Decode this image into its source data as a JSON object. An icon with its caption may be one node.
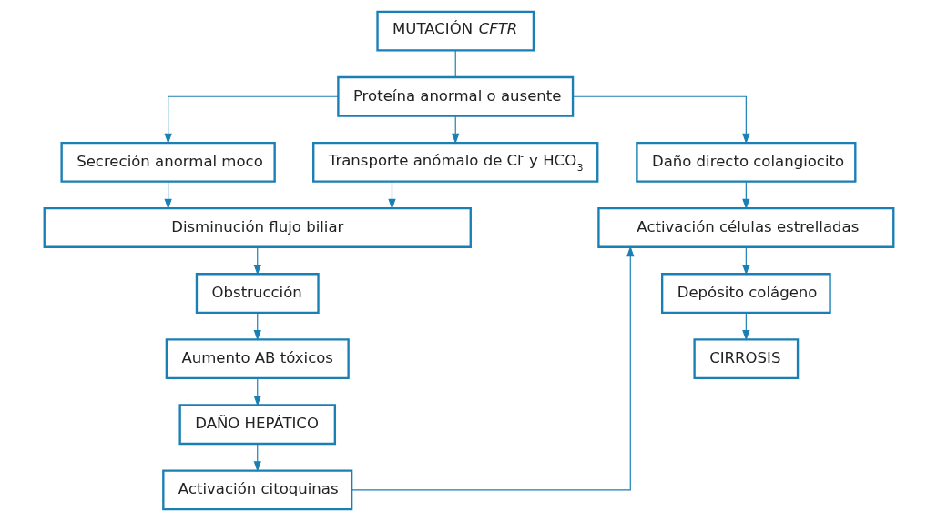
{
  "diagram": {
    "nodes": [
      {
        "text": [
          "MUTACIÓN *CFTR*"
        ]
      },
      {
        "text": [
          "Proteína anormal o ausente"
        ]
      },
      {
        "text": [
          "Secreción anormal moco"
        ]
      },
      {
        "text": [
          "Transporte anómalo de Cl$^{-}$ y HCO$_{3}$"
        ]
      },
      {
        "text": [
          "Daño directo colangiocito"
        ]
      },
      {
        "text": [
          "Disminución flujo biliar"
        ]
      },
      {
        "text": [
          "Activación células estrelladas"
        ]
      },
      {
        "text": [
          "Obstrucción"
        ]
      },
      {
        "text": [
          "Aumento AB tóxicos"
        ]
      },
      {
        "text": [
          "DAÑO HEPÁTICO"
        ]
      },
      {
        "text": [
          "Activación citoquinas"
        ]
      },
      {
        "text": [
          "Depósito colágeno"
        ]
      },
      {
        "text": [
          "CIRROSIS"
        ]
      }
    ],
    "edges": [
      {
        "from": 0,
        "to": 1,
        "arrow": "none"
      },
      {
        "from": 1,
        "to": 2,
        "arrow": "to"
      },
      {
        "from": 1,
        "to": 3,
        "arrow": "to"
      },
      {
        "from": 1,
        "to": 4,
        "arrow": "to"
      },
      {
        "from": 2,
        "to": 5,
        "arrow": "to"
      },
      {
        "from": 3,
        "to": 5,
        "arrow": "to"
      },
      {
        "from": 4,
        "to": 6,
        "arrow": "to"
      },
      {
        "from": 5,
        "to": 7,
        "arrow": "to"
      },
      {
        "from": 7,
        "to": 8,
        "arrow": "to"
      },
      {
        "from": 8,
        "to": 9,
        "arrow": "to"
      },
      {
        "from": 9,
        "to": 10,
        "arrow": "to"
      },
      {
        "from": 10,
        "to": 6,
        "arrow": "to"
      },
      {
        "from": 6,
        "to": 11,
        "arrow": "to"
      },
      {
        "from": 11,
        "to": 12,
        "arrow": "to"
      }
    ]
  }
}
